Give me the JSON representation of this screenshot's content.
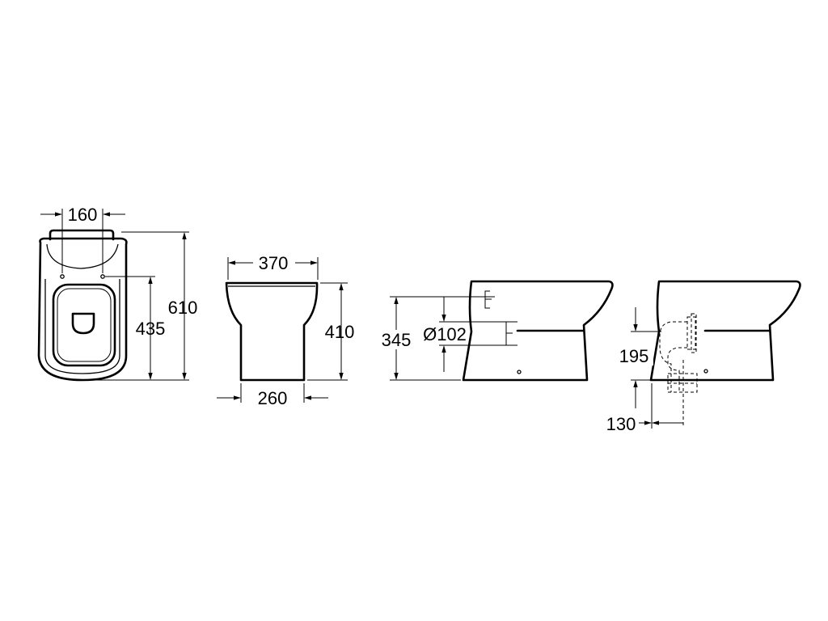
{
  "dimensions": {
    "top_width": "160",
    "top_length": "610",
    "top_seat": "435",
    "front_width": "370",
    "front_base": "260",
    "front_height": "410",
    "side_outlet_height": "345",
    "side_outlet_diameter": "Ø102",
    "rear_outlet_height": "195",
    "rear_outlet_offset": "130"
  }
}
